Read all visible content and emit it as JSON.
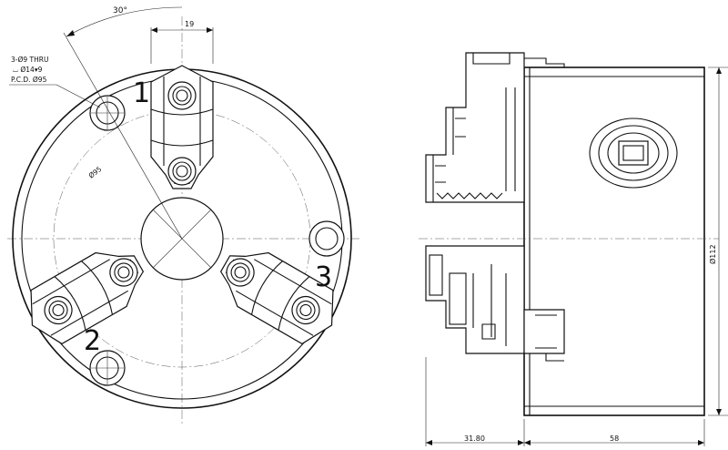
{
  "front_view": {
    "angle_label": "30°",
    "jaw_width_label": "19",
    "hole_note_1": "3-Ø9 THRU",
    "hole_note_2": "⌴ Ø14▾9",
    "hole_note_3": "P.C.D. Ø95",
    "pcd_label": "Ø95",
    "jaw_numbers": [
      "1",
      "2",
      "3"
    ]
  },
  "side_view": {
    "diameter_label": "Ø112",
    "width_left_label": "31.80",
    "width_right_label": "58"
  }
}
